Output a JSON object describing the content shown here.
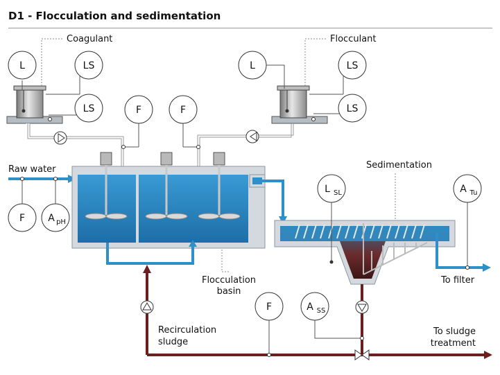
{
  "title": "D1 - Flocculation and sedimentation",
  "labels": {
    "coagulant": "Coagulant",
    "flocculant": "Flocculant",
    "raw_water": "Raw water",
    "sedimentation": "Sedimentation",
    "flocculation_line1": "Flocculation",
    "flocculation_line2": "basin",
    "to_filter": "To filter",
    "recirculation_line1": "Recirculation",
    "recirculation_line2": "sludge",
    "to_sludge_line1": "To sludge",
    "to_sludge_line2": "treatment"
  },
  "instruments": {
    "coag_level": "L",
    "coag_ls_top": "LS",
    "coag_ls_bottom": "LS",
    "coag_flow": "F",
    "floc_level": "L",
    "floc_ls_top": "LS",
    "floc_ls_bottom": "LS",
    "floc_flow": "F",
    "raw_flow": "F",
    "raw_ph": "A",
    "raw_ph_sub": "pH",
    "sed_level": "L",
    "sed_level_sub": "SL",
    "filter_turbidity": "A",
    "filter_turbidity_sub": "Tu",
    "sludge_flow": "F",
    "sludge_solids": "A",
    "sludge_solids_sub": "SS"
  },
  "colors": {
    "water": "#2f8fc9",
    "water_dark": "#1f6fa8",
    "sludge": "#6b1f1f",
    "tank_wall": "#c9d0d6",
    "line": "#555555"
  }
}
